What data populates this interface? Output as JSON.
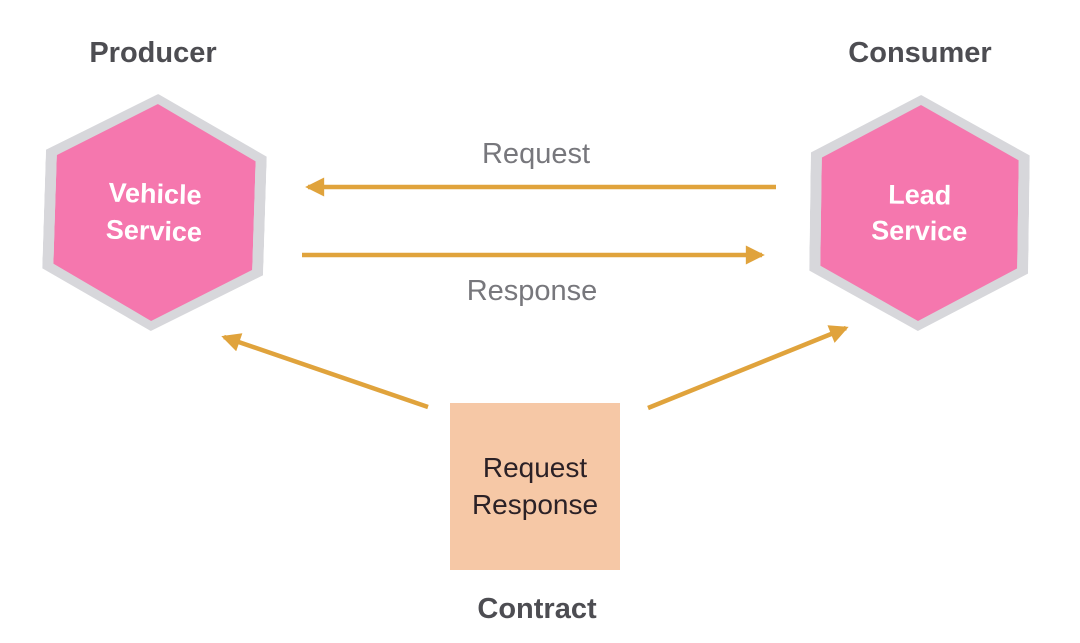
{
  "diagram": {
    "producer": {
      "label": "Producer"
    },
    "consumer": {
      "label": "Consumer"
    },
    "vehicle_service": {
      "label": "Vehicle Service"
    },
    "lead_service": {
      "label": "Lead Service"
    },
    "request_arrow": {
      "label": "Request",
      "direction": "consumer-to-producer"
    },
    "response_arrow": {
      "label": "Response",
      "direction": "producer-to-consumer"
    },
    "contract": {
      "box_label": "Request Response",
      "caption": "Contract"
    },
    "colors": {
      "hexagon_fill": "#f577ae",
      "hexagon_border": "#d7d7db",
      "arrow": "#e0a33c",
      "contract_fill": "#f6c8a6",
      "heading_text": "#4d4d52",
      "arrow_label_text": "#77777c",
      "contract_text": "#2b2126",
      "node_text": "#ffffff"
    }
  }
}
